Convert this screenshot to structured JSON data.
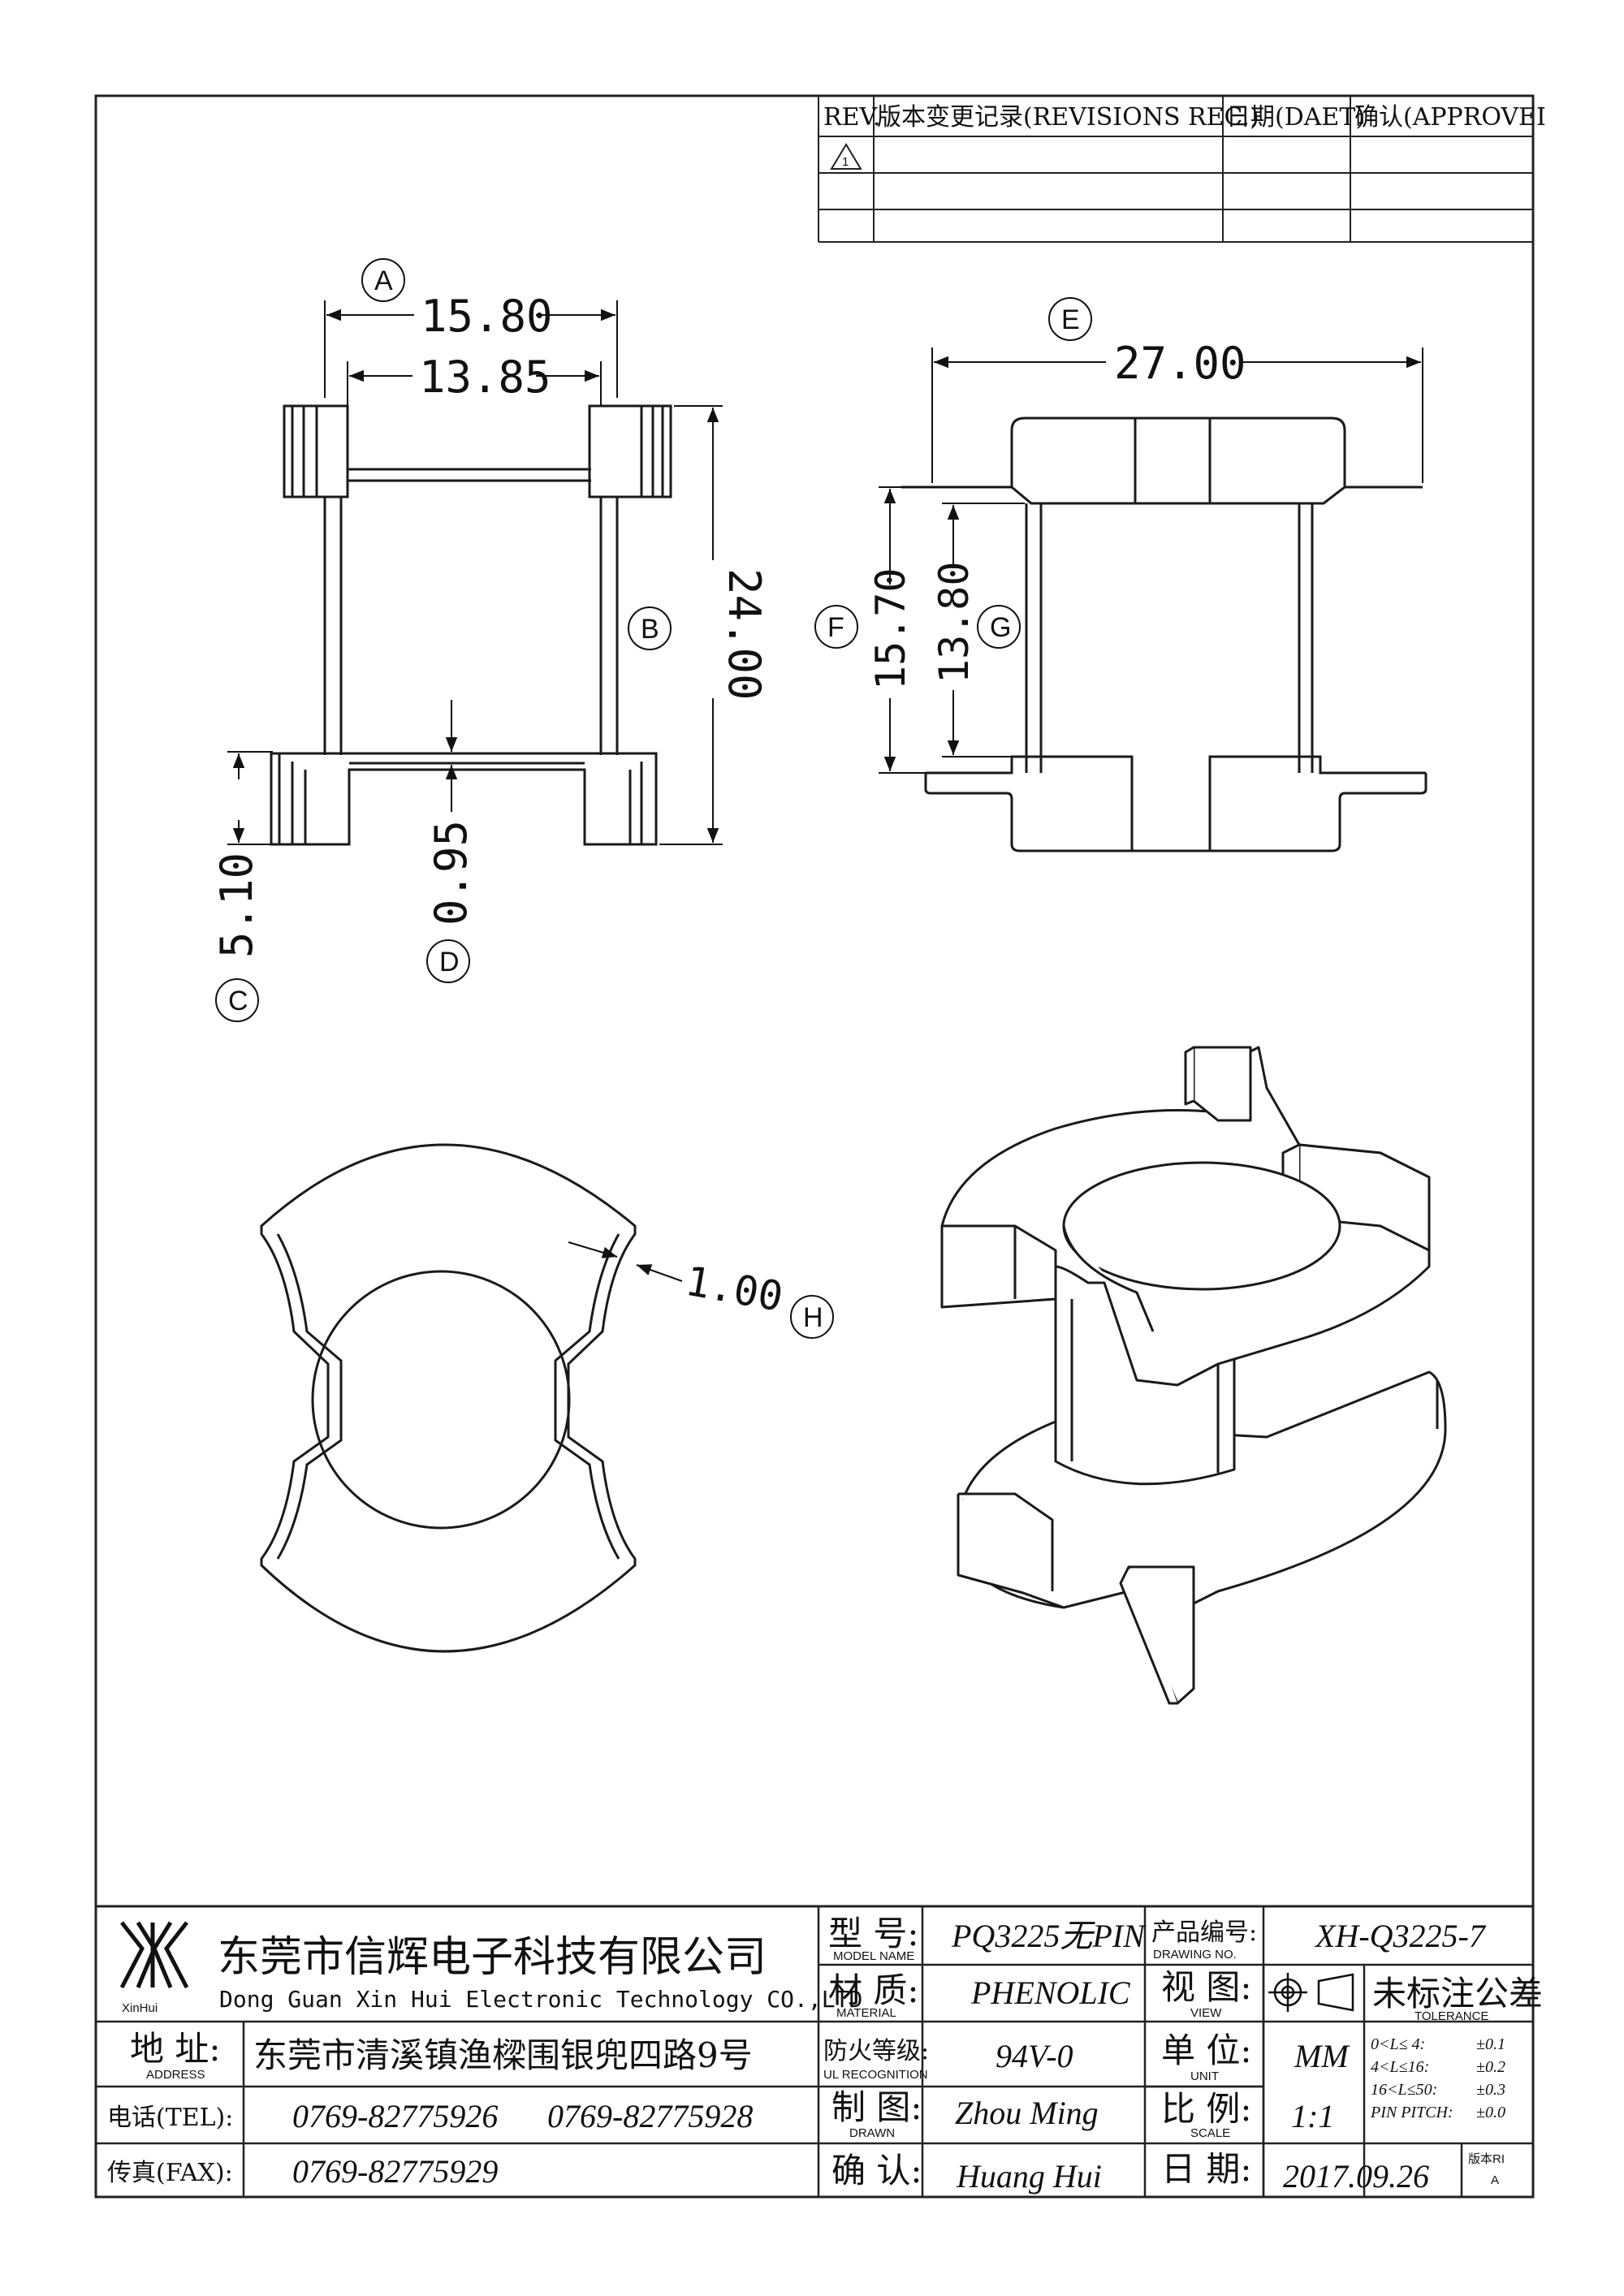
{
  "revision_table": {
    "headers": [
      "REV.",
      "版本变更记录(REVISIONS REC.)",
      "日期(DAET)",
      "确认(APPROVEI"
    ],
    "rows": [
      [
        "1",
        "",
        "",
        ""
      ],
      [
        "",
        "",
        "",
        ""
      ],
      [
        "",
        "",
        "",
        ""
      ]
    ]
  },
  "dimensions": {
    "A": {
      "label": "A",
      "value": "15.80"
    },
    "A2": {
      "value": "13.85"
    },
    "B": {
      "label": "B",
      "value": "24.00"
    },
    "C": {
      "label": "C",
      "value": "5.10"
    },
    "D": {
      "label": "D",
      "value": "0.95"
    },
    "E": {
      "label": "E",
      "value": "27.00"
    },
    "F": {
      "label": "F",
      "value": "15.70"
    },
    "G": {
      "label": "G",
      "value": "13.80"
    },
    "H": {
      "label": "H",
      "value": "1.00"
    }
  },
  "title_block": {
    "company_cn": "东莞市信辉电子科技有限公司",
    "company_en": "Dong Guan Xin Hui Electronic Technology CO.,LTD",
    "logo_text": "XinHui",
    "address_label": "地 址:",
    "address_label_en": "ADDRESS",
    "address": "东莞市清溪镇渔樑围银兜四路9号",
    "tel_label": "电话(TEL):",
    "tel1": "0769-82775926",
    "tel2": "0769-82775928",
    "fax_label": "传真(FAX):",
    "fax": "0769-82775929",
    "model_label": "型 号:",
    "model_label_en": "MODEL NAME",
    "model": "PQ3225无PIN",
    "material_label": "材 质:",
    "material_label_en": "MATERIAL",
    "material": "PHENOLIC",
    "ul_label": "防火等级:",
    "ul_label_en": "UL RECOGNITION",
    "ul": "94V-0",
    "drawn_label": "制 图:",
    "drawn_label_en": "DRAWN",
    "drawn": "Zhou Ming",
    "approve_label": "确 认:",
    "approve": "Huang Hui",
    "drawing_no_label": "产品编号:",
    "drawing_no_label_en": "DRAWING NO.",
    "drawing_no": "XH-Q3225-7",
    "view_label": "视 图:",
    "view_label_en": "VIEW",
    "unit_label": "单 位:",
    "unit_label_en": "UNIT",
    "unit": "MM",
    "scale_label": "比 例:",
    "scale_label_en": "SCALE",
    "scale": "1:1",
    "date_label": "日 期:",
    "date": "2017.09.26",
    "tolerance_label": "未标注公差",
    "tolerance_label_en": "TOLERANCE",
    "tolerances": [
      {
        "range": "0<L≤ 4:",
        "value": "±0.1"
      },
      {
        "range": "4<L≤16:",
        "value": "±0.2"
      },
      {
        "range": "16<L≤50:",
        "value": "±0.3"
      },
      {
        "range": "PIN PITCH:",
        "value": "±0.0"
      }
    ],
    "version_label": "版本RI",
    "version": "A"
  }
}
